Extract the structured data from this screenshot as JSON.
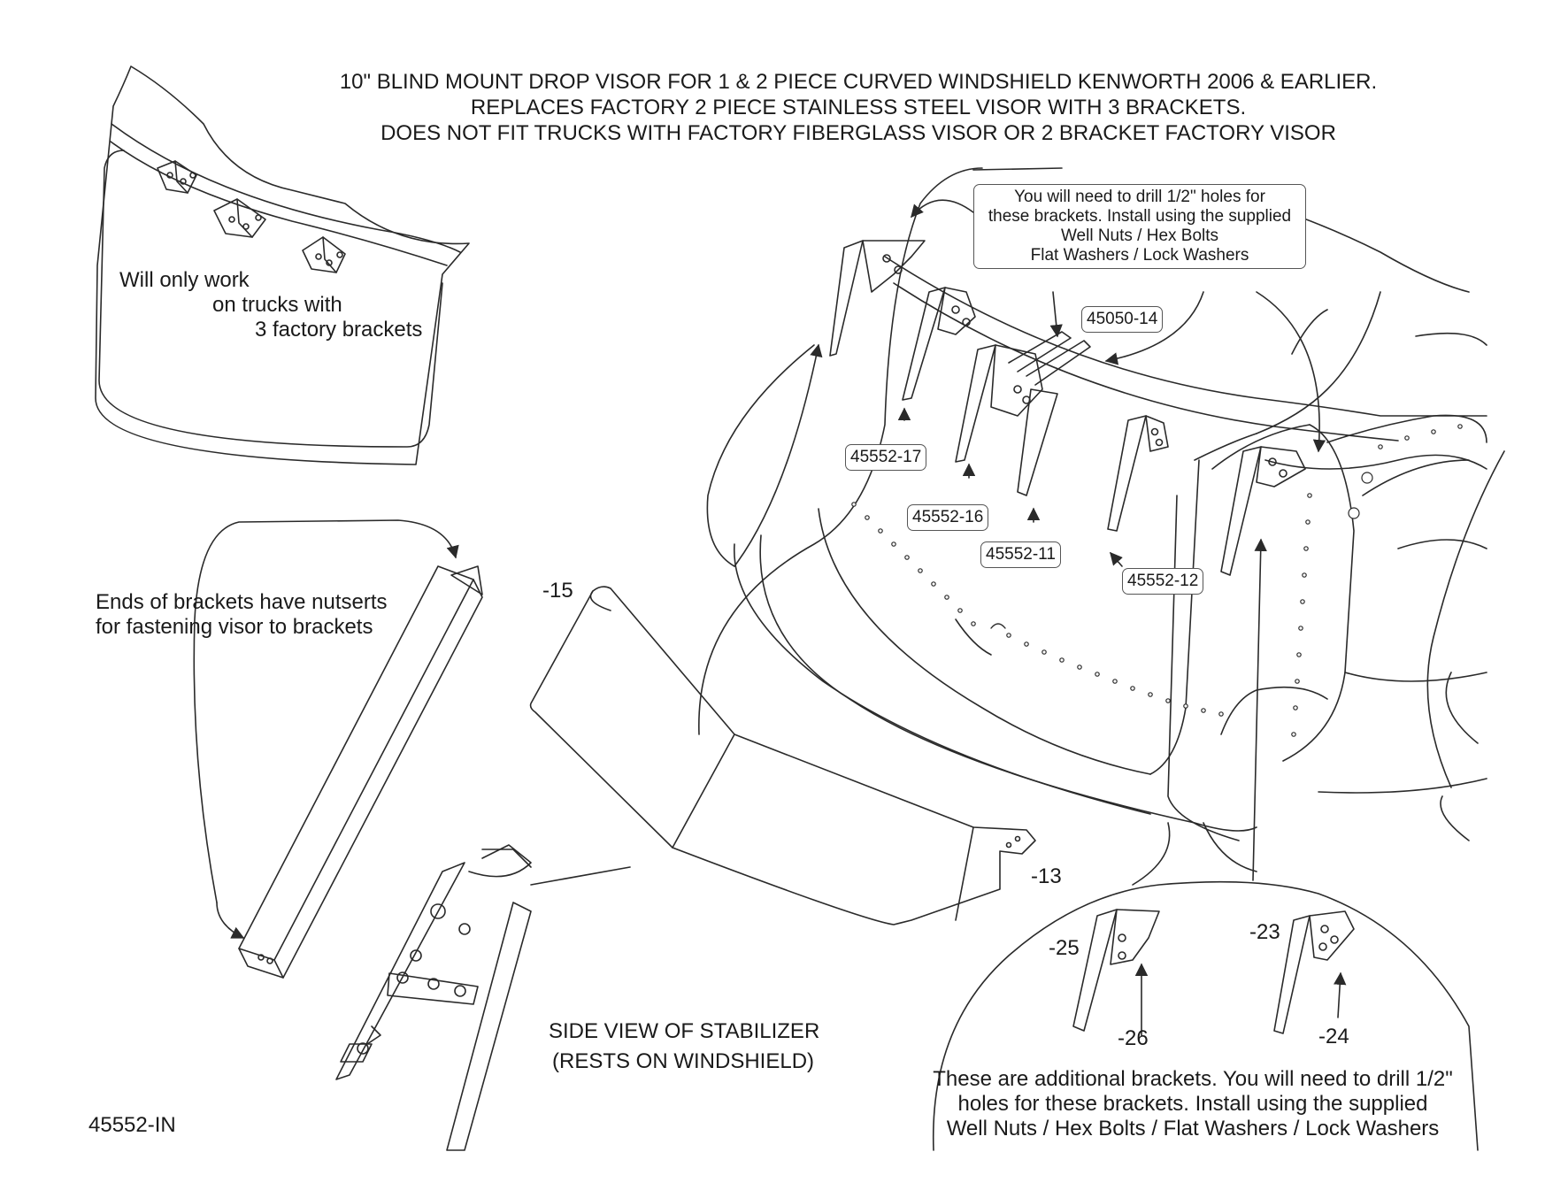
{
  "title": {
    "line1": "10\" BLIND MOUNT DROP VISOR FOR 1 & 2 PIECE CURVED WINDSHIELD KENWORTH 2006 & EARLIER.",
    "line2": "REPLACES FACTORY 2 PIECE STAINLESS STEEL VISOR WITH 3 BRACKETS.",
    "line3": "DOES NOT FIT TRUCKS WITH FACTORY FIBERGLASS VISOR OR 2 BRACKET FACTORY VISOR"
  },
  "factory_note": {
    "line1": "Will only work",
    "line2": "on trucks with",
    "line3": "3 factory brackets"
  },
  "drill_note": {
    "line1": "You will need to drill 1/2\" holes for",
    "line2": "these brackets. Install using the supplied",
    "line3": "Well Nuts / Hex Bolts",
    "line4": "Flat Washers / Lock Washers"
  },
  "part_labels": {
    "p45050_14": "45050-14",
    "p45552_17": "45552-17",
    "p45552_16": "45552-16",
    "p45552_11": "45552-11",
    "p45552_12": "45552-12"
  },
  "ends_note": {
    "line1": "Ends  of brackets have nutserts",
    "line2": "for fastening visor to brackets"
  },
  "visor_labels": {
    "left": "-15",
    "right": "-13"
  },
  "stabilizer_caption": {
    "line1": "SIDE VIEW OF STABILIZER",
    "line2": "(RESTS ON WINDSHIELD)"
  },
  "additional_labels": {
    "a": "-25",
    "b": "-26",
    "c": "-23",
    "d": "-24"
  },
  "additional_note": {
    "line1": "These are additional brackets. You will need to drill 1/2\"",
    "line2": "holes for these brackets. Install using the supplied",
    "line3": "Well Nuts / Hex Bolts / Flat Washers / Lock Washers"
  },
  "doc_number": "45552-IN"
}
